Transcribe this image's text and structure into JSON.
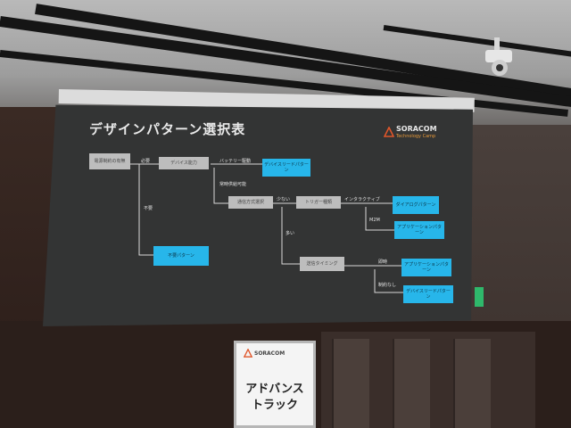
{
  "slide": {
    "title": "デザインパターン選択表",
    "logo": {
      "text": "SORACOM",
      "sub": "Technology Camp"
    }
  },
  "diagram": {
    "nodes": {
      "start": "電源制約の有無",
      "device_capability": "デバイス能力",
      "device_read_1": "デバイスリードパターン",
      "not_needed": "不要パターン",
      "comm_method": "通信方式選択",
      "trigger": "トリガー種類",
      "dialogue": "ダイアログパターン",
      "application_1": "アプリケーションパターン",
      "message_type": "送信タイミング",
      "application_2": "アプリケーションパターン",
      "device_read_2": "デバイスリードパターン"
    },
    "edges": {
      "needed": "必要",
      "not_needed": "不要",
      "battery": "バッテリー駆動",
      "constant_power": "常時供給可能",
      "few": "少ない",
      "many": "多い",
      "interactive": "インタラクティブ",
      "m2m": "M2M",
      "realtime": "即時",
      "restricted": "制約なし"
    }
  },
  "sign": {
    "logo": "SORACOM",
    "line1": "アドバンス",
    "line2": "トラック"
  },
  "colors": {
    "node_blue": "#27b6ea",
    "node_gray": "#bdbdbd",
    "brand_orange": "#e0562a"
  }
}
